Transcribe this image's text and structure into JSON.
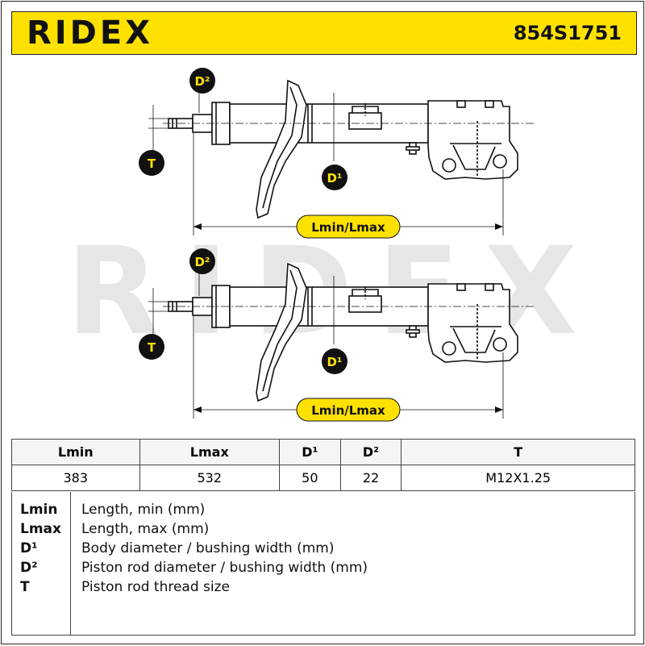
{
  "header": {
    "brand": "RIDEX",
    "part_number": "854S1751"
  },
  "diagram": {
    "watermark": "RIDEX",
    "labels": {
      "d2": "D²",
      "d1": "D¹",
      "t": "T",
      "length": "Lmin/Lmax"
    },
    "colors": {
      "accent": "#FFE100",
      "badge": "#111111",
      "line": "#111111"
    }
  },
  "spec_table": {
    "headers": [
      "Lmin",
      "Lmax",
      "D¹",
      "D²",
      "T"
    ],
    "values": [
      "383",
      "532",
      "50",
      "22",
      "M12X1.25"
    ]
  },
  "legend": [
    {
      "key": "Lmin",
      "desc": "Length, min (mm)"
    },
    {
      "key": "Lmax",
      "desc": "Length, max (mm)"
    },
    {
      "key": "D¹",
      "desc": "Body diameter / bushing width (mm)"
    },
    {
      "key": "D²",
      "desc": "Piston rod diameter / bushing width (mm)"
    },
    {
      "key": "T",
      "desc": "Piston rod thread size"
    }
  ]
}
